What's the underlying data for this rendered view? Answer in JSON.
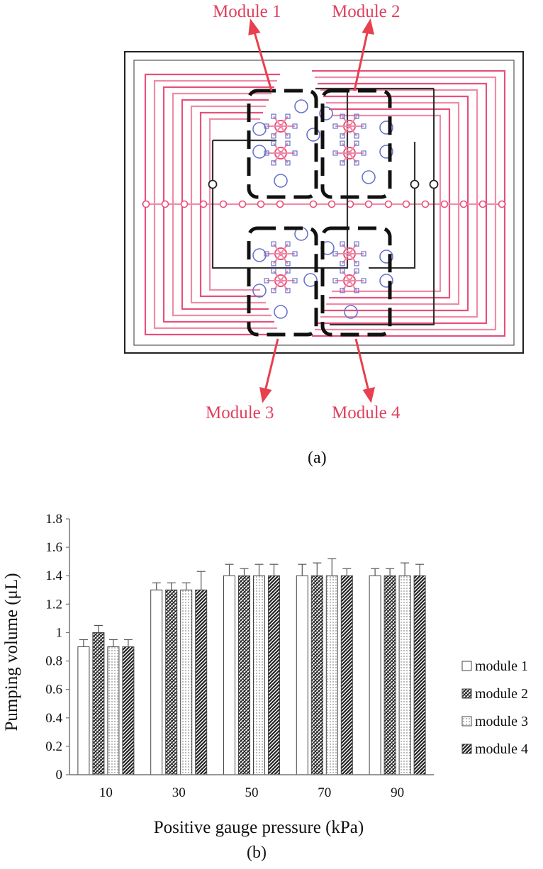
{
  "figure": {
    "panel_a_label": "(a)",
    "panel_b_label": "(b)",
    "module_labels": [
      "Module 1",
      "Module 2",
      "Module 3",
      "Module 4"
    ],
    "colors": {
      "channel": "#e8507a",
      "channel_light": "#f08aa8",
      "chamber": "#6a74c9",
      "control": "#333333",
      "label": "#e0405e"
    }
  },
  "chart_data": {
    "type": "bar",
    "title": "",
    "xlabel": "Positive gauge pressure (kPa)",
    "ylabel": "Pumping volume (μL)",
    "categories": [
      "10",
      "30",
      "50",
      "70",
      "90"
    ],
    "ylim": [
      0,
      1.8
    ],
    "yticks": [
      "0",
      "0.2",
      "0.4",
      "0.6",
      "0.8",
      "1",
      "1.2",
      "1.4",
      "1.6",
      "1.8"
    ],
    "grid": false,
    "legend_position": "right",
    "series": [
      {
        "name": "module 1",
        "pattern": "blank",
        "values": [
          0.9,
          1.3,
          1.4,
          1.4,
          1.4
        ],
        "errors": [
          0.05,
          0.05,
          0.08,
          0.08,
          0.05
        ]
      },
      {
        "name": "module 2",
        "pattern": "crosshatch",
        "values": [
          1.0,
          1.3,
          1.4,
          1.4,
          1.4
        ],
        "errors": [
          0.05,
          0.05,
          0.05,
          0.09,
          0.05
        ]
      },
      {
        "name": "module 3",
        "pattern": "dotted",
        "values": [
          0.9,
          1.3,
          1.4,
          1.4,
          1.4
        ],
        "errors": [
          0.05,
          0.05,
          0.08,
          0.12,
          0.09
        ]
      },
      {
        "name": "module 4",
        "pattern": "diagonal",
        "values": [
          0.9,
          1.3,
          1.4,
          1.4,
          1.4
        ],
        "errors": [
          0.05,
          0.13,
          0.08,
          0.05,
          0.08
        ]
      }
    ]
  }
}
